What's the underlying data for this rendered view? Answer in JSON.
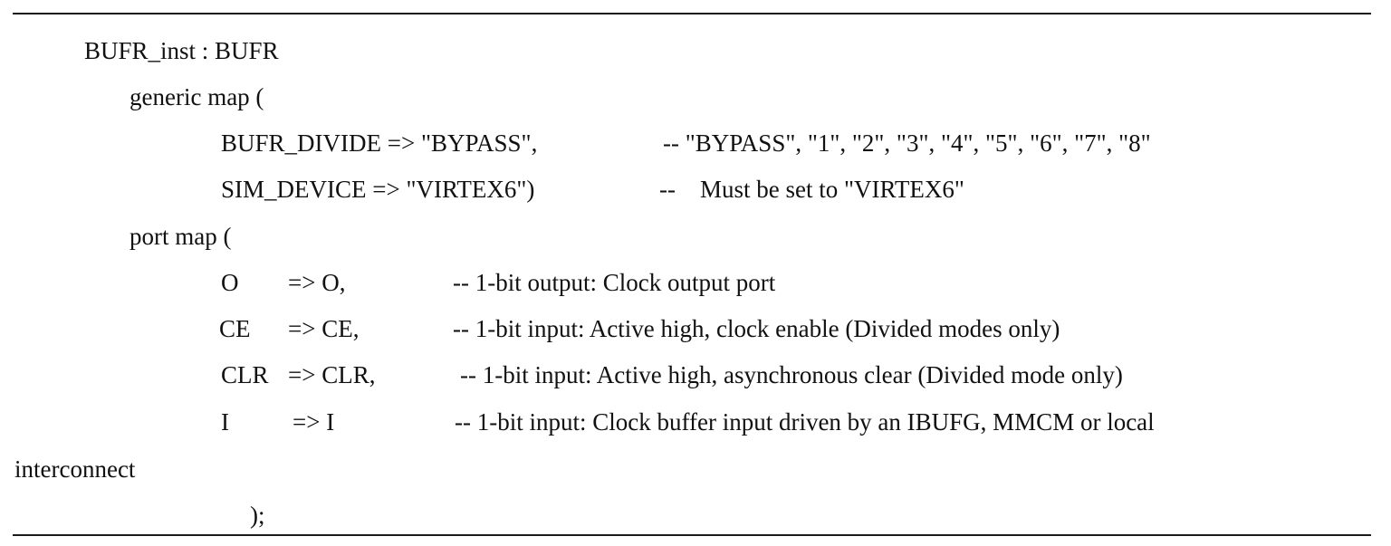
{
  "code_block": {
    "lines": [
      {
        "code": "BUFR_inst : BUFR"
      },
      {
        "code": "generic map ("
      },
      {
        "code": "BUFR_DIVIDE => \"BYPASS\",",
        "comment": "-- \"BYPASS\", \"1\", \"2\", \"3\", \"4\", \"5\", \"6\", \"7\", \"8\""
      },
      {
        "code": "SIM_DEVICE => \"VIRTEX6\")",
        "comment": "--    Must be set to \"VIRTEX6\""
      },
      {
        "code": "port map ("
      },
      {
        "port": "O",
        "arrow": "=> O,",
        "comment": "-- 1-bit output: Clock output port"
      },
      {
        "port": "CE",
        "arrow": "=> CE,",
        "comment": "-- 1-bit input: Active high, clock enable (Divided modes only)"
      },
      {
        "port": "CLR",
        "arrow": "=> CLR,",
        "comment": "-- 1-bit input: Active high, asynchronous clear (Divided mode only)"
      },
      {
        "port": "I",
        "arrow": "=> I",
        "comment": "-- 1-bit input: Clock buffer input driven by an IBUFG, MMCM or local"
      },
      {
        "code": "interconnect"
      },
      {
        "code": ");"
      }
    ]
  }
}
